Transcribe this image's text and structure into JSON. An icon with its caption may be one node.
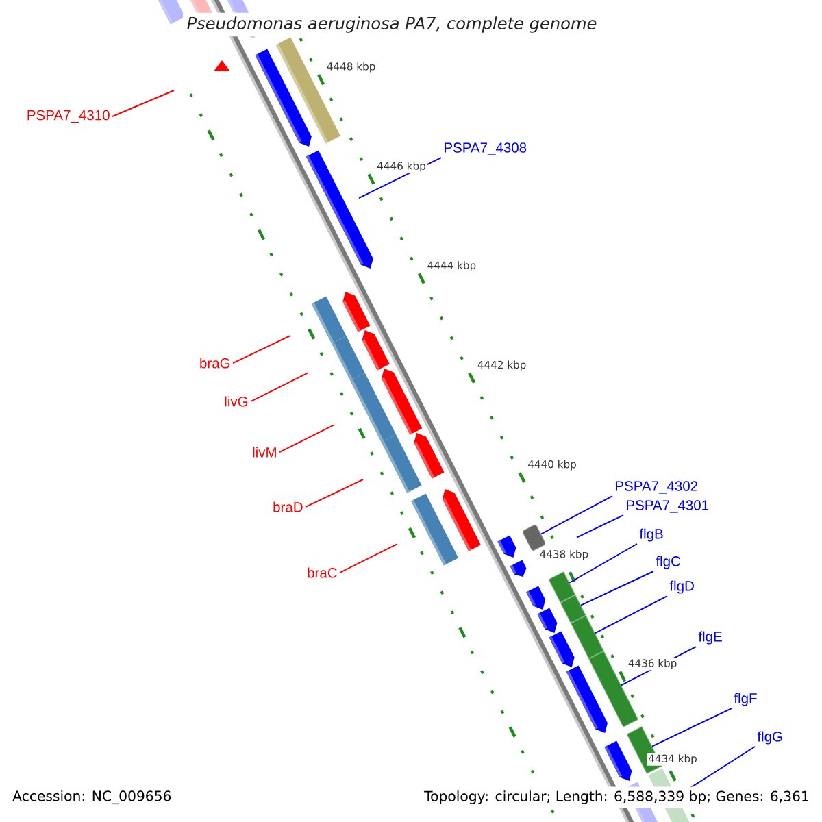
{
  "diagram": {
    "title": "*Pseudomonas aeruginosa* PA7, complete genome",
    "nodes": [
      {
        "text": [
          "PSPA7_4310"
        ]
      },
      {
        "text": [
          "PSPA7_4308"
        ]
      },
      {
        "text": [
          "braG"
        ]
      },
      {
        "text": [
          "livG"
        ]
      },
      {
        "text": [
          "livM"
        ]
      },
      {
        "text": [
          "braD"
        ]
      },
      {
        "text": [
          "braC"
        ]
      },
      {
        "text": [
          "PSPA7_4302"
        ]
      },
      {
        "text": [
          "PSPA7_4301"
        ]
      },
      {
        "text": [
          "flgB"
        ]
      },
      {
        "text": [
          "flgC"
        ]
      },
      {
        "text": [
          "flgD"
        ]
      },
      {
        "text": [
          "flgE"
        ]
      },
      {
        "text": [
          "flgF"
        ]
      },
      {
        "text": [
          "flgG"
        ]
      },
      {
        "text": [],
        "shape": "box"
      },
      {
        "text": [],
        "shape": "bar"
      },
      {
        "text": [],
        "shape": "bar"
      },
      {
        "text": [],
        "shape": "bar"
      },
      {
        "text": [],
        "shape": "bar"
      },
      {
        "text": [],
        "shape": "bar"
      },
      {
        "text": [],
        "shape": "bar"
      }
    ],
    "edges": [
      {
        "from": 0,
        "to": null,
        "arrow": "none",
        "color": "#ff0000"
      },
      {
        "from": 1,
        "to": null,
        "arrow": "none"
      },
      {
        "from": 2,
        "to": null,
        "arrow": "none",
        "color": "#ff0000"
      },
      {
        "from": 3,
        "to": null,
        "arrow": "none",
        "color": "#ff0000"
      },
      {
        "from": 4,
        "to": null,
        "arrow": "none",
        "color": "#ff0000"
      },
      {
        "from": 5,
        "to": null,
        "arrow": "none",
        "color": "#ff0000"
      },
      {
        "from": 6,
        "to": null,
        "arrow": "none",
        "color": "#ff0000"
      },
      {
        "from": 7,
        "to": 15,
        "arrow": "none"
      },
      {
        "from": 8,
        "to": null,
        "arrow": "none"
      },
      {
        "from": 9,
        "to": 16,
        "arrow": "none"
      },
      {
        "from": 10,
        "to": 17,
        "arrow": "none"
      },
      {
        "from": 11,
        "to": 18,
        "arrow": "none"
      },
      {
        "from": 12,
        "to": 19,
        "arrow": "none"
      },
      {
        "from": 13,
        "to": 20,
        "arrow": "none"
      },
      {
        "from": 14,
        "to": 21,
        "arrow": "none"
      }
    ],
    "labels": [
      "4448 kbp",
      "4446 kbp",
      "4444 kbp",
      "4442 kbp",
      "4440 kbp",
      "4438 kbp",
      "4436 kbp",
      "4434 kbp",
      "Accession: NC_009656",
      "Topology: circular; Length: 6,588,339 bp; Genes: 6,361"
    ]
  }
}
